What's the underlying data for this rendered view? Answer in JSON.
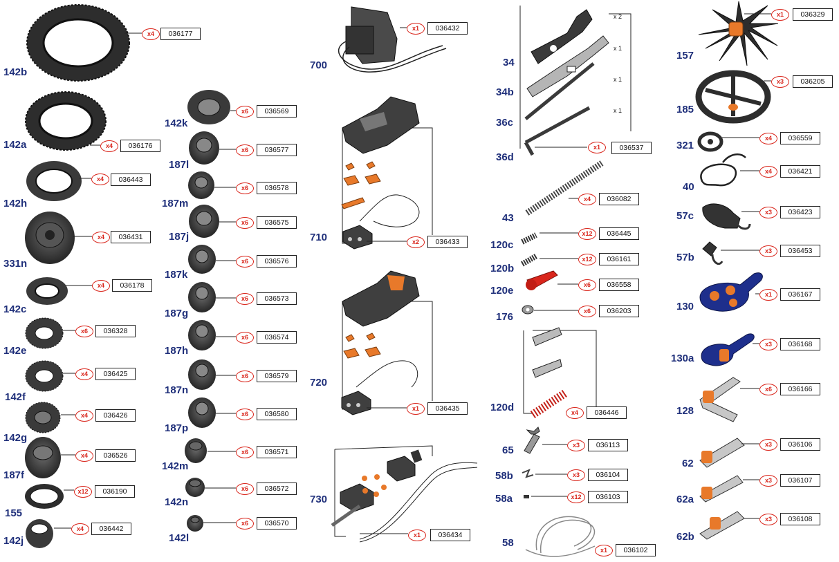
{
  "parts": [
    {
      "label": "142b",
      "qty": "x4",
      "code": "036177"
    },
    {
      "label": "142a",
      "qty": "x4",
      "code": "036176"
    },
    {
      "label": "142h",
      "qty": "x4",
      "code": "036443"
    },
    {
      "label": "331n",
      "qty": "x4",
      "code": "036431"
    },
    {
      "label": "142c",
      "qty": "x4",
      "code": "036178"
    },
    {
      "label": "142e",
      "qty": "x6",
      "code": "036328"
    },
    {
      "label": "142f",
      "qty": "x4",
      "code": "036425"
    },
    {
      "label": "142g",
      "qty": "x4",
      "code": "036426"
    },
    {
      "label": "187f",
      "qty": "x4",
      "code": "036526"
    },
    {
      "label": "155",
      "qty": "x12",
      "code": "036190"
    },
    {
      "label": "142j",
      "qty": "x4",
      "code": "036442"
    },
    {
      "label": "142k",
      "qty": "x6",
      "code": "036569"
    },
    {
      "label": "187l",
      "qty": "x6",
      "code": "036577"
    },
    {
      "label": "187m",
      "qty": "x6",
      "code": "036578"
    },
    {
      "label": "187j",
      "qty": "x6",
      "code": "036575"
    },
    {
      "label": "187k",
      "qty": "x6",
      "code": "036576"
    },
    {
      "label": "187g",
      "qty": "x6",
      "code": "036573"
    },
    {
      "label": "187h",
      "qty": "x6",
      "code": "036574"
    },
    {
      "label": "187n",
      "qty": "x6",
      "code": "036579"
    },
    {
      "label": "187p",
      "qty": "x6",
      "code": "036580"
    },
    {
      "label": "142m",
      "qty": "x6",
      "code": "036571"
    },
    {
      "label": "142n",
      "qty": "x6",
      "code": "036572"
    },
    {
      "label": "142l",
      "qty": "x6",
      "code": "036570"
    },
    {
      "label": "700",
      "qty": "x1",
      "code": "036432"
    },
    {
      "label": "710",
      "qty": "x2",
      "code": "036433"
    },
    {
      "label": "720",
      "qty": "x1",
      "code": "036435"
    },
    {
      "label": "730",
      "qty": "x1",
      "code": "036434"
    },
    {
      "label": "43",
      "qty": "x4",
      "code": "036082"
    },
    {
      "label": "120c",
      "qty": "x12",
      "code": "036445"
    },
    {
      "label": "120b",
      "qty": "x12",
      "code": "036161"
    },
    {
      "label": "120e",
      "qty": "x6",
      "code": "036558"
    },
    {
      "label": "176",
      "qty": "x6",
      "code": "036203"
    },
    {
      "label": "120d",
      "qty": "x4",
      "code": "036446"
    },
    {
      "label": "65",
      "qty": "x3",
      "code": "036113"
    },
    {
      "label": "58b",
      "qty": "x3",
      "code": "036104"
    },
    {
      "label": "58a",
      "qty": "x12",
      "code": "036103"
    },
    {
      "label": "58",
      "qty": "x1",
      "code": "036102"
    },
    {
      "label": "157",
      "qty": "x1",
      "code": "036329"
    },
    {
      "label": "185",
      "qty": "x3",
      "code": "036205"
    },
    {
      "label": "321",
      "qty": "x4",
      "code": "036559"
    },
    {
      "label": "40",
      "qty": "x4",
      "code": "036421"
    },
    {
      "label": "57c",
      "qty": "x3",
      "code": "036423"
    },
    {
      "label": "57b",
      "qty": "x3",
      "code": "036453"
    },
    {
      "label": "130",
      "qty": "x1",
      "code": "036167"
    },
    {
      "label": "130a",
      "qty": "x3",
      "code": "036168"
    },
    {
      "label": "128",
      "qty": "x6",
      "code": "036166"
    },
    {
      "label": "62",
      "qty": "x3",
      "code": "036106"
    },
    {
      "label": "62a",
      "qty": "x3",
      "code": "036107"
    },
    {
      "label": "62b",
      "qty": "x3",
      "code": "036108"
    }
  ],
  "tool_set": {
    "labels": [
      "34",
      "34b",
      "36c",
      "36d"
    ],
    "counts": [
      "x 2",
      "x 1",
      "x 1",
      "x 1"
    ],
    "qty": "x1",
    "code": "036537"
  },
  "colors": {
    "label": "#1f2f7a",
    "qty": "#d9261c",
    "part_dark": "#3a3a3a",
    "part_orange": "#e8792a",
    "part_blue": "#1e2f8c"
  }
}
